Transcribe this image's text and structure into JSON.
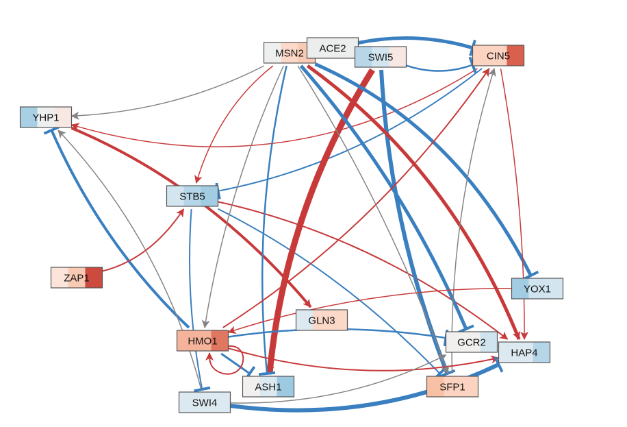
{
  "network": {
    "colors": {
      "activation": "#c8393a",
      "repression": "#3a7fbf",
      "unknown": "#858585",
      "border": "#555555"
    },
    "nodes": [
      {
        "id": "MSN2",
        "label": "MSN2",
        "segments": [
          "#eef0f0",
          "#fbd8c8",
          "#f9cbb4"
        ]
      },
      {
        "id": "ACE2",
        "label": "ACE2",
        "segments": [
          "#eceeee",
          "#eceeee",
          "#eceeee"
        ]
      },
      {
        "id": "SWI5",
        "label": "SWI5",
        "segments": [
          "#b8d6e8",
          "#d3e6f0",
          "#f7e8e3"
        ]
      },
      {
        "id": "CIN5",
        "label": "CIN5",
        "segments": [
          "#fbd3c0",
          "#fbd3c0",
          "#d9604d"
        ]
      },
      {
        "id": "YHP1",
        "label": "YHP1",
        "segments": [
          "#a9cfe4",
          "#eef0f0",
          "#f7e8e3"
        ]
      },
      {
        "id": "STB5",
        "label": "STB5",
        "segments": [
          "#d3e6f0",
          "#b5d5e8",
          "#a2cce2"
        ]
      },
      {
        "id": "ZAP1",
        "label": "ZAP1",
        "segments": [
          "#fbe4da",
          "#f9cbb4",
          "#cc4a3e"
        ]
      },
      {
        "id": "YOX1",
        "label": "YOX1",
        "segments": [
          "#a2cce2",
          "#d0e4ef",
          "#d3e6f0"
        ]
      },
      {
        "id": "GLN3",
        "label": "GLN3",
        "segments": [
          "#dde9f0",
          "#fbd8c8",
          "#fbd8c8"
        ]
      },
      {
        "id": "HMO1",
        "label": "HMO1",
        "segments": [
          "#f5b39b",
          "#f5b39b",
          "#e07761"
        ]
      },
      {
        "id": "GCR2",
        "label": "GCR2",
        "segments": [
          "#f2f0ef",
          "#f2f0ef",
          "#d0e4ef"
        ]
      },
      {
        "id": "HAP4",
        "label": "HAP4",
        "segments": [
          "#dde9f0",
          "#dde9f0",
          "#b5d5e8"
        ]
      },
      {
        "id": "ASH1",
        "label": "ASH1",
        "segments": [
          "#f2f0ef",
          "#dde9f0",
          "#9ecae1"
        ]
      },
      {
        "id": "SFP1",
        "label": "SFP1",
        "segments": [
          "#f8c0a5",
          "#fbd3c0",
          "#fbd3c0"
        ]
      },
      {
        "id": "SWI4",
        "label": "SWI4",
        "segments": [
          "#dde9f0",
          "#dde9f0",
          "#dde9f0"
        ]
      }
    ],
    "edges": [
      {
        "from": "CIN5",
        "to": "YHP1",
        "type": "activation",
        "weight": 1.5
      },
      {
        "from": "MSN2",
        "to": "YHP1",
        "type": "unknown",
        "weight": 1.5
      },
      {
        "from": "YHP1",
        "to": "GLN3",
        "type": "activation",
        "weight": 4
      },
      {
        "from": "HMO1",
        "to": "YHP1",
        "type": "repression",
        "weight": 4
      },
      {
        "from": "SWI4",
        "to": "YHP1",
        "type": "unknown",
        "weight": 1.5
      },
      {
        "from": "ZAP1",
        "to": "STB5",
        "type": "activation",
        "weight": 2
      },
      {
        "from": "CIN5",
        "to": "STB5",
        "type": "repression",
        "weight": 2
      },
      {
        "from": "MSN2",
        "to": "STB5",
        "type": "activation",
        "weight": 1.5
      },
      {
        "from": "STB5",
        "to": "HAP4",
        "type": "activation",
        "weight": 2
      },
      {
        "from": "STB5",
        "to": "SFP1",
        "type": "repression",
        "weight": 2
      },
      {
        "from": "STB5",
        "to": "SWI4",
        "type": "repression",
        "weight": 2
      },
      {
        "from": "SWI5",
        "to": "ASH1",
        "type": "activation",
        "weight": 9
      },
      {
        "from": "MSN2",
        "to": "ASH1",
        "type": "repression",
        "weight": 2.5
      },
      {
        "from": "MSN2",
        "to": "GCR2",
        "type": "repression",
        "weight": 5
      },
      {
        "from": "SWI5",
        "to": "SFP1",
        "type": "repression",
        "weight": 6
      },
      {
        "from": "MSN2",
        "to": "HAP4",
        "type": "activation",
        "weight": 5
      },
      {
        "from": "MSN2",
        "to": "YOX1",
        "type": "repression",
        "weight": 5
      },
      {
        "from": "ACE2",
        "to": "CIN5",
        "type": "repression",
        "weight": 5
      },
      {
        "from": "SWI5",
        "to": "CIN5",
        "type": "repression",
        "weight": 2.5
      },
      {
        "from": "CIN5",
        "to": "HAP4",
        "type": "activation",
        "weight": 1.5
      },
      {
        "from": "HMO1",
        "to": "CIN5",
        "type": "activation",
        "weight": 2
      },
      {
        "from": "SFP1",
        "to": "CIN5",
        "type": "unknown",
        "weight": 1.5
      },
      {
        "from": "YOX1",
        "to": "HMO1",
        "type": "activation",
        "weight": 1.5
      },
      {
        "from": "HMO1",
        "to": "HAP4",
        "type": "activation",
        "weight": 2
      },
      {
        "from": "HMO1",
        "to": "GCR2",
        "type": "repression",
        "weight": 2.5
      },
      {
        "from": "HMO1",
        "to": "ASH1",
        "type": "repression",
        "weight": 3
      },
      {
        "from": "SWI4",
        "to": "HAP4",
        "type": "repression",
        "weight": 6
      },
      {
        "from": "SWI4",
        "to": "GCR2",
        "type": "unknown",
        "weight": 1.5
      },
      {
        "from": "MSN2",
        "to": "SFP1",
        "type": "unknown",
        "weight": 1.5
      },
      {
        "from": "MSN2",
        "to": "HMO1",
        "type": "unknown",
        "weight": 1.5
      },
      {
        "from": "HMO1",
        "to": "HMO1",
        "type": "activation",
        "weight": 2
      }
    ]
  }
}
